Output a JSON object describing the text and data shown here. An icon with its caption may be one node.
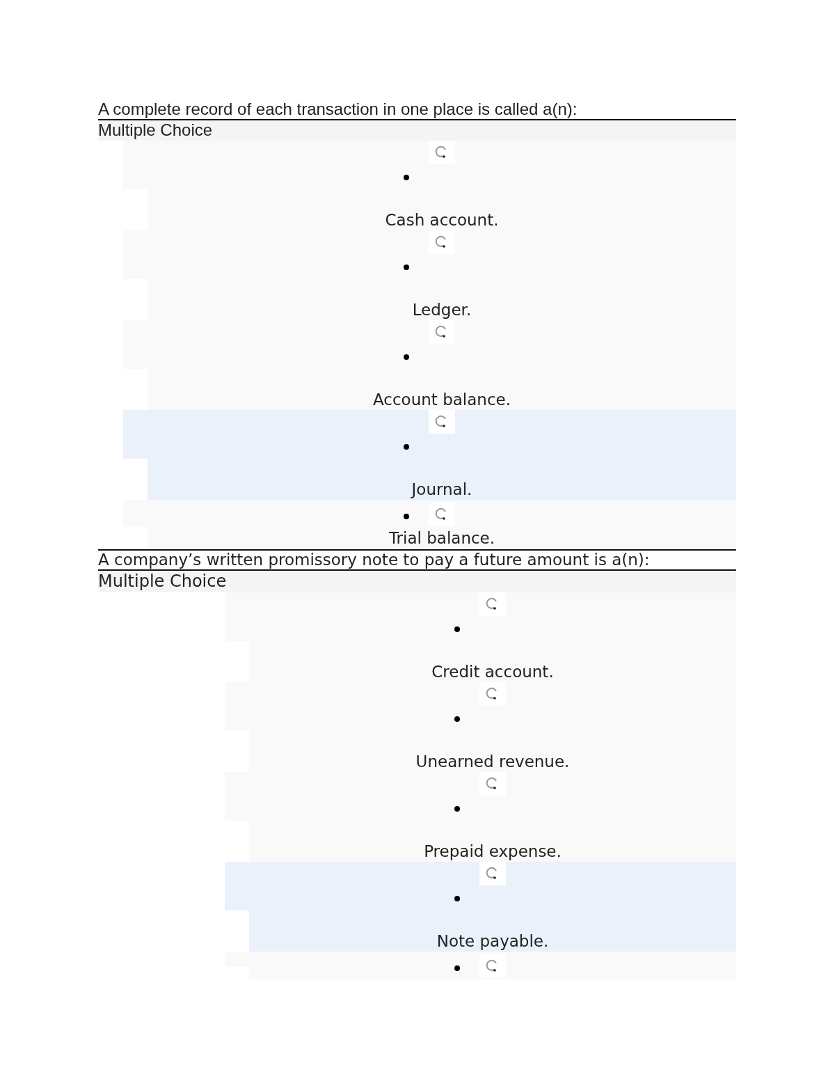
{
  "diagram": {
    "nodes": [
      {
        "text": [
          "Cash account."
        ]
      },
      {
        "text": [
          "Ledger."
        ]
      },
      {
        "text": [
          "Account balance."
        ]
      },
      {
        "text": [
          "Journal."
        ]
      },
      {
        "text": [
          "Trial balance."
        ]
      },
      {
        "text": [
          "Credit account."
        ]
      },
      {
        "text": [
          "Unearned revenue."
        ]
      },
      {
        "text": [
          "Prepaid expense."
        ]
      },
      {
        "text": [
          "Note payable."
        ]
      },
      {
        "text": [],
        "shape": "box"
      }
    ],
    "labels": [
      "A complete record of each transaction in one place is called a(n):",
      "Multiple Choice",
      "A company’s written promissory note to pay a future amount is a(n):",
      "Multiple Choice"
    ]
  }
}
